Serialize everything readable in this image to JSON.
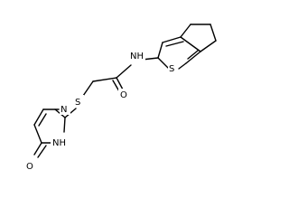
{
  "atoms": {
    "nh_amide": "NH",
    "o_carbonyl": "O",
    "s_thioether": "S",
    "s_thiophene": "S",
    "n_ring": "N",
    "nh_ring": "NH",
    "o_ring": "O"
  },
  "colors": {
    "bond": "#000000",
    "label": "#000000",
    "background": "#ffffff"
  }
}
